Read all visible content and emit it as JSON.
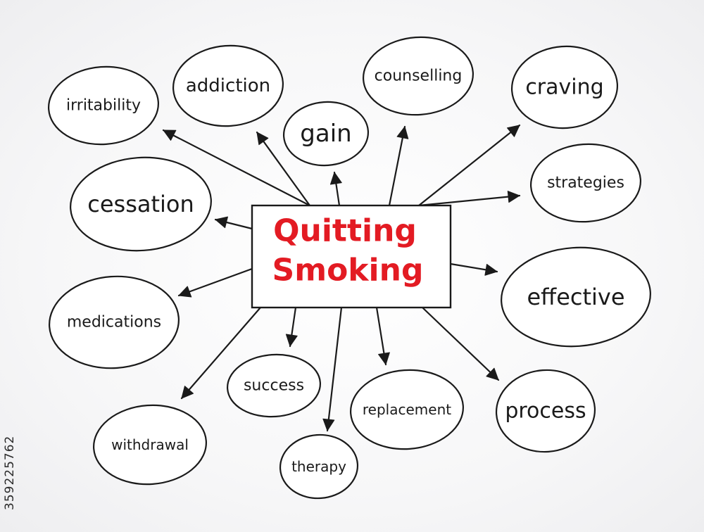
{
  "center": {
    "line1": "Quitting",
    "line2": "Smoking",
    "color": "#e31b23"
  },
  "topics": [
    {
      "id": "irritability",
      "label": "irritability"
    },
    {
      "id": "addiction",
      "label": "addiction"
    },
    {
      "id": "gain",
      "label": "gain"
    },
    {
      "id": "counselling",
      "label": "counselling"
    },
    {
      "id": "craving",
      "label": "craving"
    },
    {
      "id": "strategies",
      "label": "strategies"
    },
    {
      "id": "cessation",
      "label": "cessation"
    },
    {
      "id": "effective",
      "label": "effective"
    },
    {
      "id": "medications",
      "label": "medications"
    },
    {
      "id": "success",
      "label": "success"
    },
    {
      "id": "replacement",
      "label": "replacement"
    },
    {
      "id": "process",
      "label": "process"
    },
    {
      "id": "withdrawal",
      "label": "withdrawal"
    },
    {
      "id": "therapy",
      "label": "therapy"
    }
  ],
  "stock_id": "359225762",
  "colors": {
    "ink": "#1a1a1a",
    "accent": "#e31b23"
  }
}
